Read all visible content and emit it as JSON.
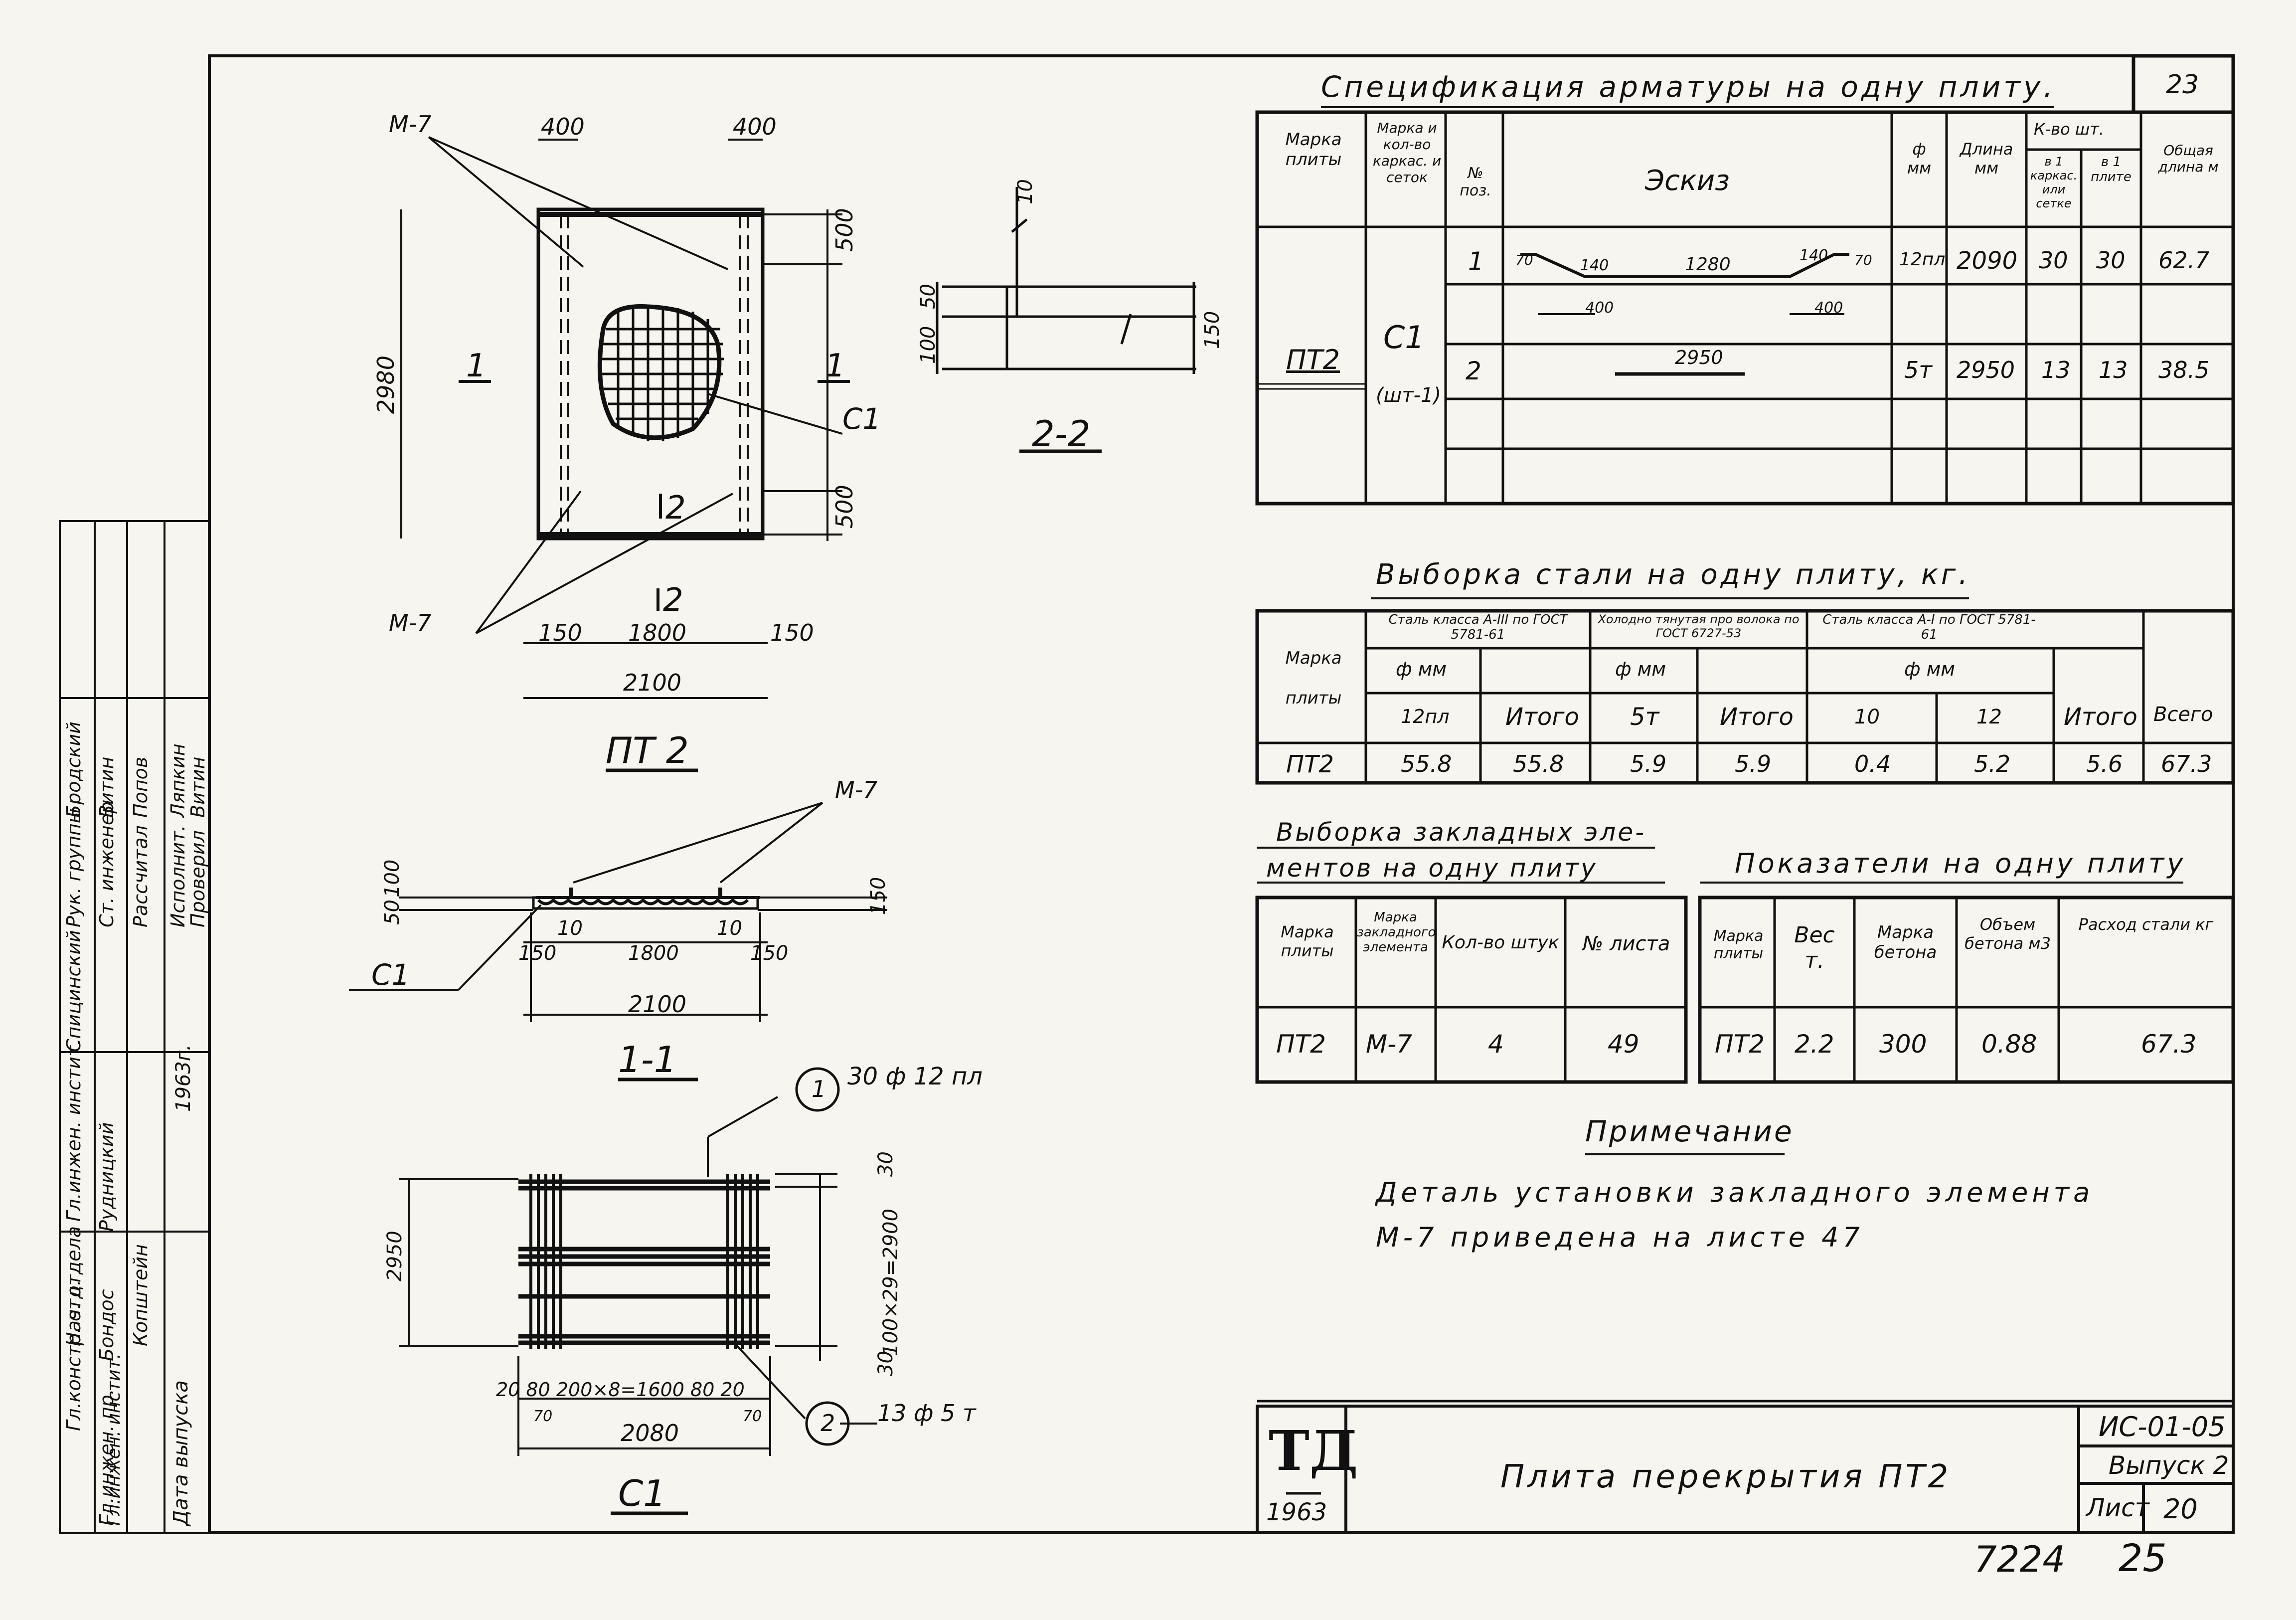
{
  "sheet_number_top": "23",
  "stamp_block": {
    "roles_left": [
      "Гл.инжен. инстит.",
      "Нач. отдела",
      "Гл.констр. отд.",
      "Гл.инжен. пр.",
      "Дата выпуска"
    ],
    "names_left": [
      "Спицинский",
      "Бондос",
      "Рудницкий",
      "Копштейн",
      "1963г."
    ],
    "roles_right": [
      "Рук. группы",
      "Ст. инженер",
      "Рассчитал",
      "Исполнит.",
      "Проверил"
    ],
    "names_right": [
      "Бродский",
      "Витин",
      "Попов",
      "Ляпкин",
      "Витин"
    ]
  },
  "drawing_pt2": {
    "caption": "ПТ 2",
    "labels": {
      "m7_top": "М-7",
      "m7_bottom": "М-7",
      "c1": "С1",
      "w400_left": "400",
      "w400_right": "400",
      "h500_top": "500",
      "h500_bottom": "500",
      "height": "2980",
      "section1_left": "1",
      "section1_right": "1",
      "section2_top": "2",
      "section2_bottom": "2",
      "d150_left": "150",
      "d1800": "1800",
      "d150_right": "150",
      "width": "2100"
    }
  },
  "drawing_22": {
    "caption": "2-2",
    "labels": {
      "d10": "10",
      "d50": "50",
      "d100": "100",
      "d150": "150"
    }
  },
  "drawing_11": {
    "caption": "1-1",
    "labels": {
      "m7": "М-7",
      "c1": "С1",
      "d10a": "10",
      "d10b": "10",
      "d50": "50",
      "d100": "100",
      "d150": "150",
      "d150_left": "150",
      "d1800": "1800",
      "d150_right": "150",
      "width": "2100"
    }
  },
  "drawing_c1": {
    "caption": "С1",
    "callout1": "1",
    "callout1_text": "30 ф 12 пл",
    "callout2": "2",
    "callout2_text": "13 ф 5 т",
    "labels": {
      "height": "2950",
      "d30_top": "30",
      "spacing": "100×29=2900",
      "d30_bottom": "30",
      "bottom_dims": "20  80  200×8=1600  80  20",
      "d70_left": "70",
      "d70_right": "70",
      "width": "2080"
    }
  },
  "spec_table": {
    "title": "Спецификация арматуры на одну плиту.",
    "headers": {
      "mark": "Марка плиты",
      "frame": "Марка и кол-во каркас. и сеток",
      "pos": "№ поз.",
      "sketch": "Эскиз",
      "dia": "ф мм",
      "length": "Длина мм",
      "qty": "К-во шт.",
      "qty_frame": "в 1 каркас. или сетке",
      "qty_plate": "в 1 плите",
      "total": "Общая длина м"
    },
    "plate": "ПТ2",
    "frame_mark": "С1",
    "frame_qty": "(шт-1)",
    "rows": [
      {
        "pos": "1",
        "dia": "12пл",
        "length": "2090",
        "per_frame": "30",
        "per_plate": "30",
        "total": "62.7"
      },
      {
        "pos": "2",
        "dia": "5т",
        "length": "2950",
        "per_frame": "13",
        "per_plate": "13",
        "total": "38.5"
      }
    ],
    "sketch_labels": {
      "a": "70",
      "b": "140",
      "c": "1280",
      "d": "140",
      "e": "70",
      "f": "400",
      "g": "400",
      "h": "2950"
    }
  },
  "steel_table": {
    "title": "Выборка стали на одну плиту, кг.",
    "headers": {
      "mark": "Марка плиты",
      "g1": "Сталь класса А-III по ГОСТ 5781-61",
      "g2": "Холодно тянутая про волока по ГОСТ 6727-53",
      "g3": "Сталь класса А-I по ГОСТ 5781-61",
      "dia": "ф мм",
      "d12": "12пл",
      "d5": "5т",
      "d10": "10",
      "d12b": "12",
      "itogo": "Итого",
      "vsego": "Всего"
    },
    "row": [
      "ПТ2",
      "55.8",
      "55.8",
      "5.9",
      "5.9",
      "0.4",
      "5.2",
      "5.6",
      "67.3"
    ]
  },
  "embed_table": {
    "title_1": "Выборка закладных эле-",
    "title_2": "ментов на одну плиту",
    "headers": [
      "Марка плиты",
      "Марка закладного элемента",
      "Кол-во штук",
      "№ листа"
    ],
    "row": [
      "ПТ2",
      "М-7",
      "4",
      "49"
    ]
  },
  "indicators_table": {
    "title": "Показатели на одну плиту",
    "headers": [
      "Марка плиты",
      "Вес т.",
      "Марка бетона",
      "Объем бетона м3",
      "Расход стали кг"
    ],
    "row": [
      "ПТ2",
      "2.2",
      "300",
      "0.88",
      "67.3"
    ]
  },
  "note": {
    "title": "Примечание",
    "line1": "Деталь установки закладного элемента",
    "line2": "М-7 приведена на листе 47"
  },
  "title_block": {
    "logo": "ТД",
    "year": "1963",
    "name": "Плита перекрытия ПТ2",
    "code": "ИС-01-05",
    "issue": "Выпуск 2",
    "sheet_label": "Лист",
    "sheet": "20"
  },
  "footer": {
    "archive": "7224",
    "page": "25"
  }
}
